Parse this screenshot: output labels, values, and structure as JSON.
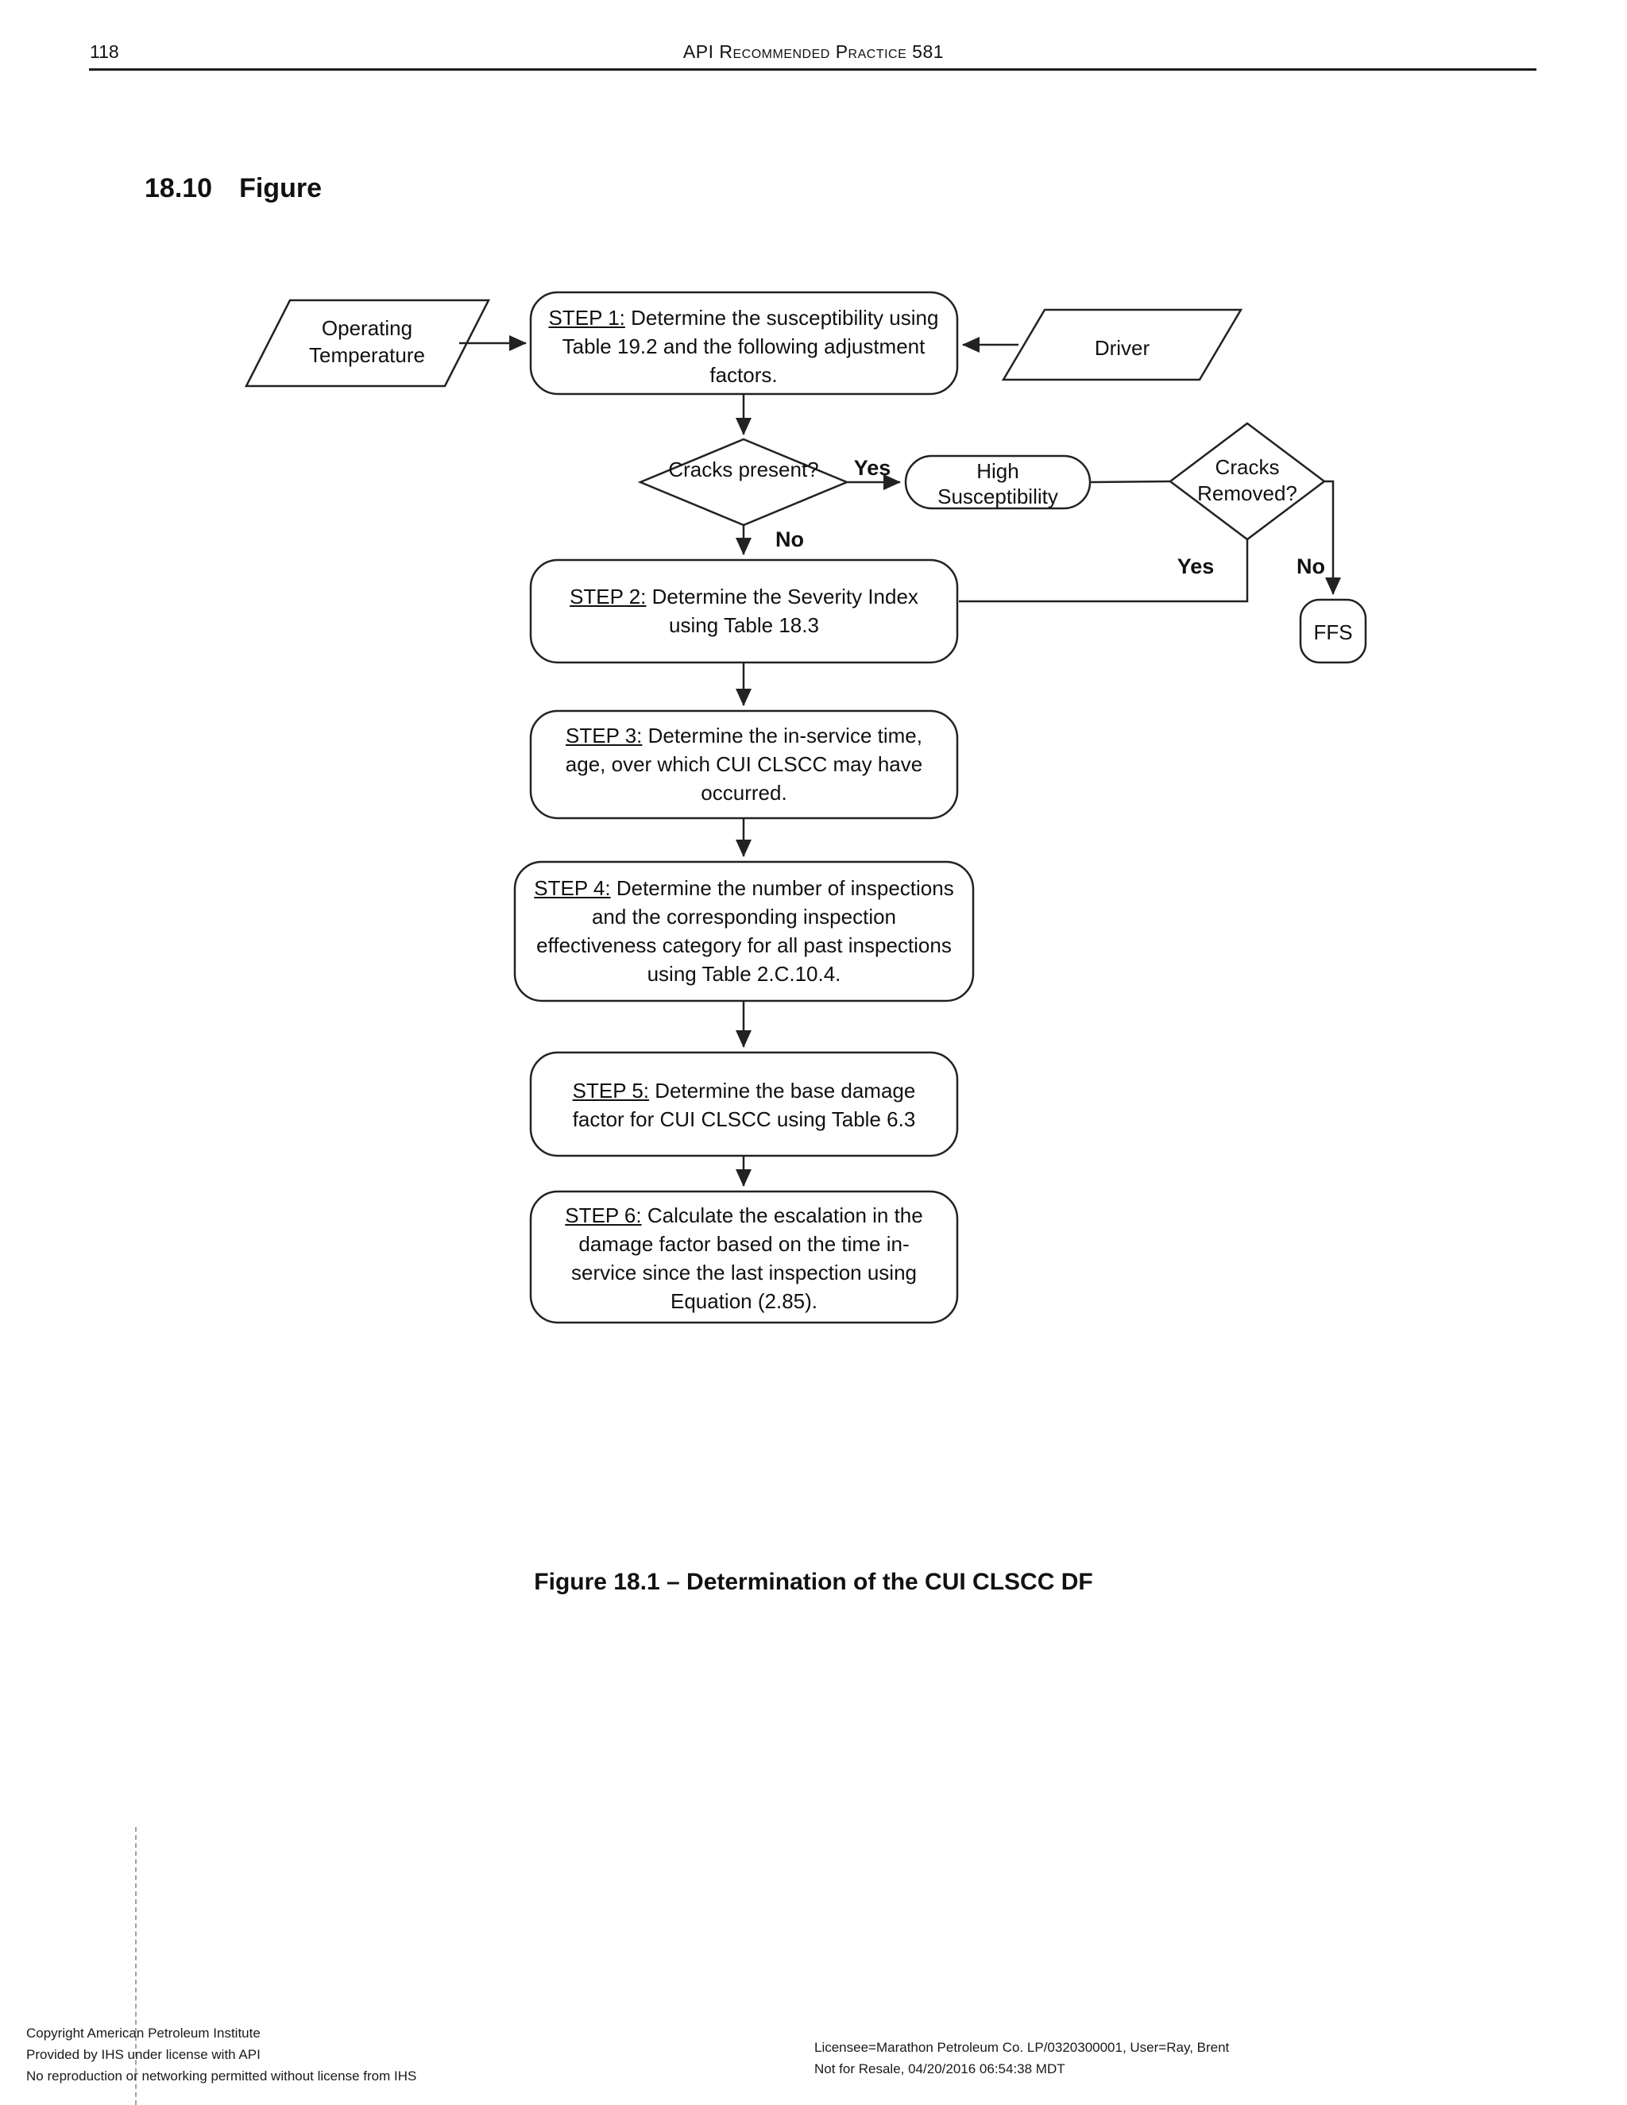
{
  "page": {
    "page_number": "118",
    "header_title": "API Recommended Practice 581",
    "section_number": "18.10",
    "section_title": "Figure",
    "caption": "Figure 18.1 – Determination of the CUI CLSCC DF"
  },
  "flowchart": {
    "inputs": {
      "operating_temperature": "Operating Temperature",
      "driver": "Driver"
    },
    "decisions": {
      "cracks_present": "Cracks present?",
      "cracks_removed": "Cracks Removed?"
    },
    "terminals": {
      "high_susceptibility": "High Susceptibility",
      "ffs": "FFS"
    },
    "branch_labels": {
      "cracks_present_yes": "Yes",
      "cracks_present_no": "No",
      "cracks_removed_yes": "Yes",
      "cracks_removed_no": "No"
    },
    "steps": [
      {
        "prefix": "STEP 1:",
        "text": "Determine the susceptibility using Table 19.2 and the following adjustment factors."
      },
      {
        "prefix": "STEP 2:",
        "text": "Determine the Severity Index using Table 18.3"
      },
      {
        "prefix": "STEP 3:",
        "text": "Determine the in-service time, age, over which CUI CLSCC may have occurred."
      },
      {
        "prefix": "STEP 4:",
        "text": "Determine the number of inspections and the corresponding inspection effectiveness category for all past inspections using Table 2.C.10.4."
      },
      {
        "prefix": "STEP 5:",
        "text": "Determine the base damage factor for CUI CLSCC using Table 6.3"
      },
      {
        "prefix": "STEP 6:",
        "text": "Calculate the escalation in the damage factor based on the time in-service since the last inspection using Equation (2.85)."
      }
    ]
  },
  "footer": {
    "left_lines": [
      "Copyright American Petroleum Institute",
      "Provided by IHS under license with API",
      "No reproduction or networking permitted without license from IHS"
    ],
    "right_lines": [
      "Licensee=Marathon Petroleum Co. LP/0320300001, User=Ray, Brent",
      "Not for Resale, 04/20/2016 06:54:38 MDT"
    ]
  },
  "colors": {
    "ink": "#111111",
    "stroke": "#222222",
    "dashed_line": "#a3a3a3"
  }
}
